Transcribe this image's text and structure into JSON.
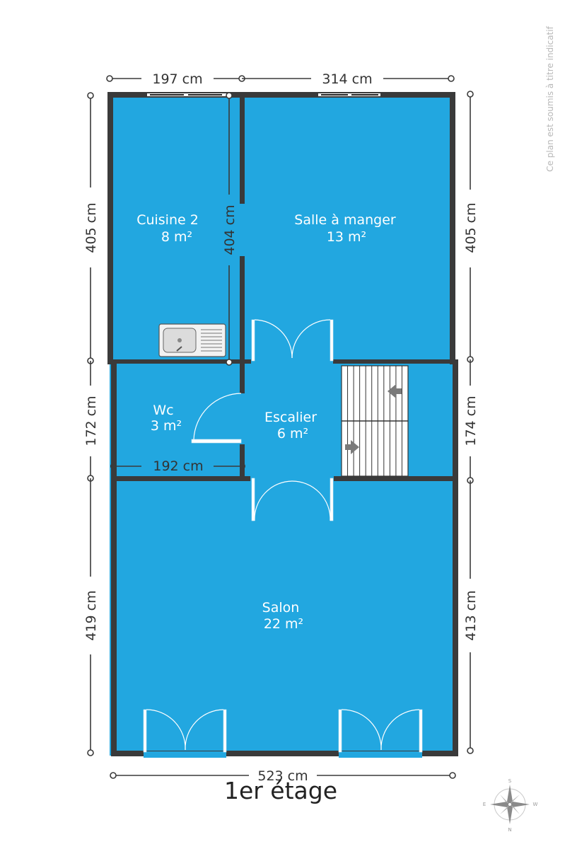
{
  "title": "1er étage",
  "disclaimer": "Ce plan est soumis à titre indicatif",
  "rooms": {
    "cuisine": {
      "name": "Cuisine 2",
      "area": "8 m²"
    },
    "salle": {
      "name": "Salle à manger",
      "area": "13 m²"
    },
    "wc": {
      "name": "Wc",
      "area": "3 m²"
    },
    "escalier": {
      "name": "Escalier",
      "area": "6 m²"
    },
    "salon": {
      "name": "Salon",
      "area": "22 m²"
    }
  },
  "dimensions": {
    "top_left": "197 cm",
    "top_right": "314 cm",
    "bottom": "523 cm",
    "left_upper": "405 cm",
    "left_middle": "172 cm",
    "left_lower": "419 cm",
    "right_upper": "405 cm",
    "right_middle": "174 cm",
    "right_lower": "413 cm",
    "partition": "404 cm",
    "wc_width": "192 cm"
  },
  "compass": {
    "s": "S",
    "n": "N",
    "e": "E",
    "w": "W"
  },
  "colors": {
    "room": "#22a7e0",
    "wall": "#3a3a3a"
  }
}
